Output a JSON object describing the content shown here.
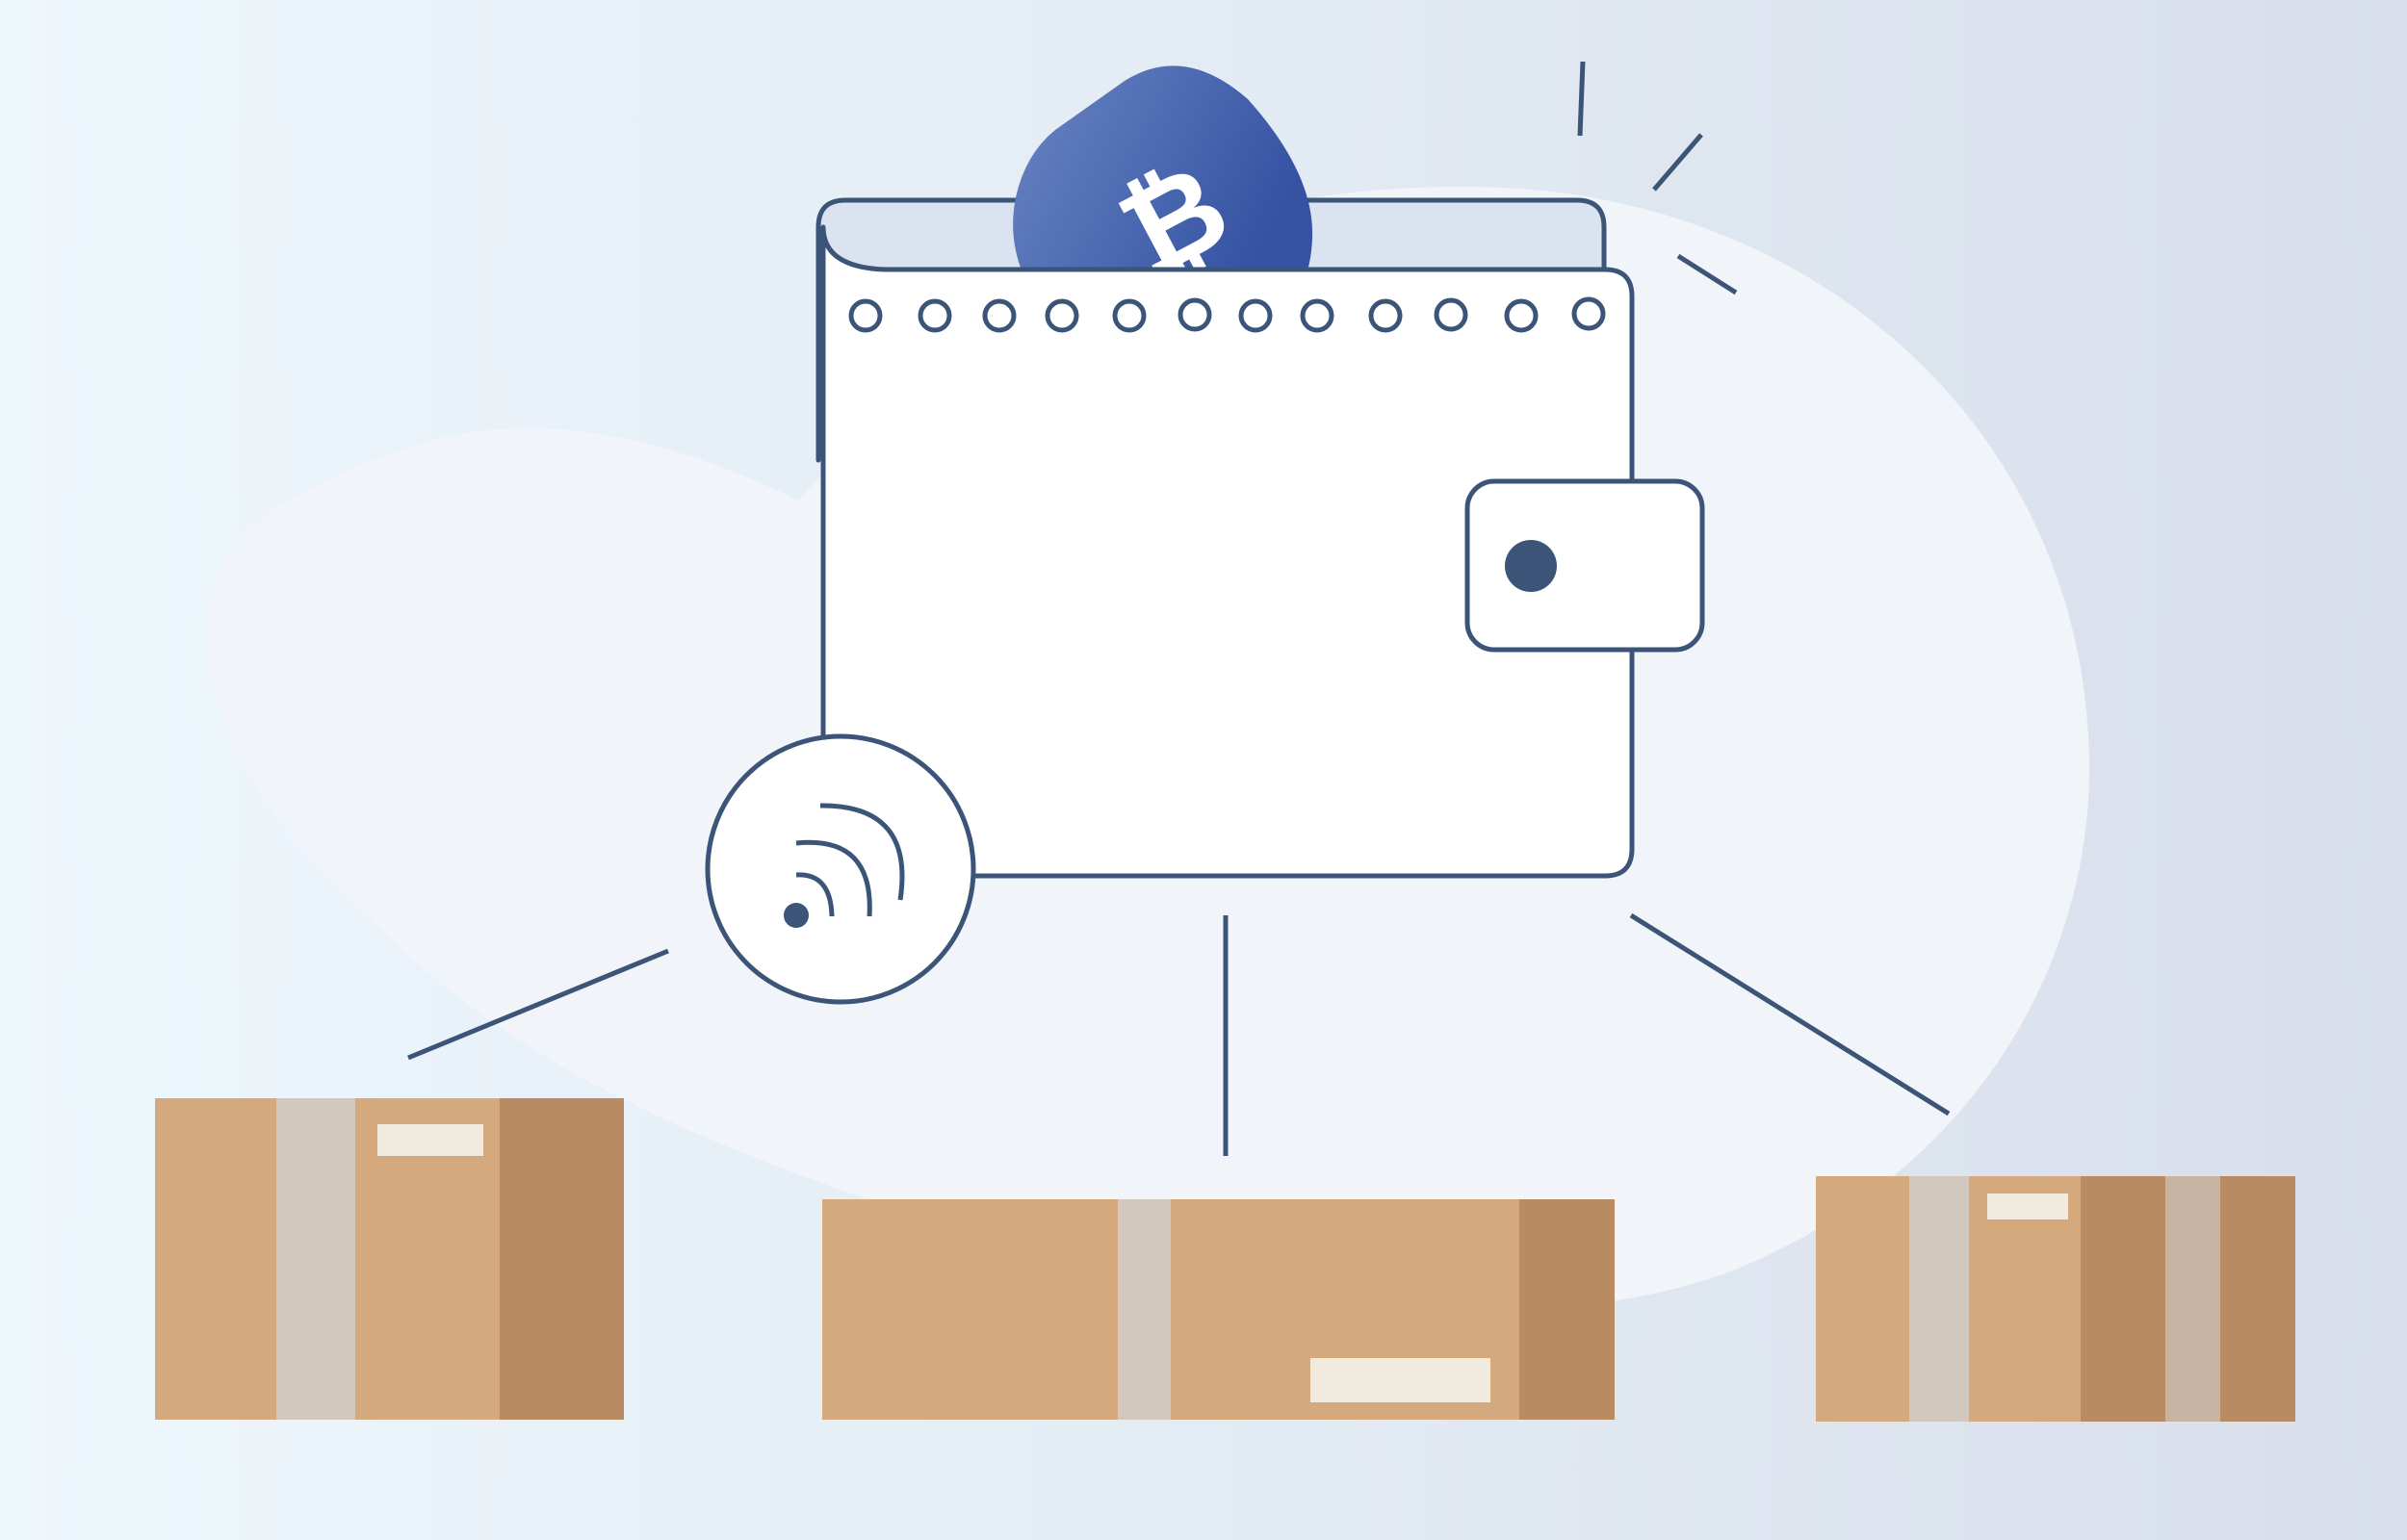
{
  "scene": {
    "title": "",
    "colors": {
      "background_left": "#EEF7FC",
      "background_right": "#D8DFEB",
      "blob": "#F1F5FA",
      "outline": "#3B5478",
      "wallet_fill": "#FFFFFF",
      "wallet_pocket": "#DAE3EF",
      "coin_light": "#6A86C4",
      "coin_dark": "#3552A3",
      "coin_symbol": "#FFFFFF",
      "box_main": "#D4A97E",
      "box_shade": "#B88B62",
      "box_tape": "#D2C8BE",
      "box_label": "#F0EADF"
    },
    "icons": [
      "bitcoin-coin-icon",
      "wallet-icon",
      "contactless-payment-icon",
      "package-box-icon"
    ],
    "boxes": [
      {
        "name": "left-package-box"
      },
      {
        "name": "center-package-box"
      },
      {
        "name": "right-package-box"
      }
    ]
  }
}
